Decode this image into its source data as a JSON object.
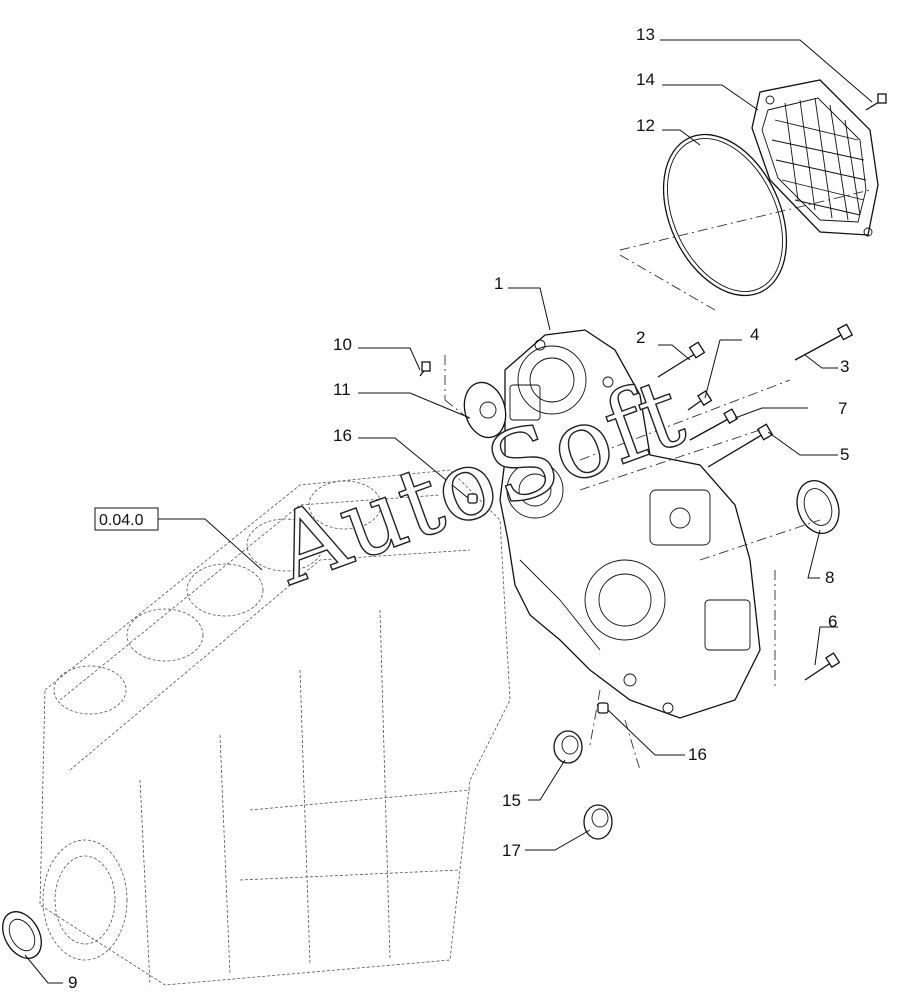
{
  "diagram": {
    "reference_label": "0.04.0",
    "watermark": "AutoSoft",
    "callouts": [
      "1",
      "2",
      "3",
      "4",
      "5",
      "6",
      "7",
      "8",
      "9",
      "10",
      "11",
      "12",
      "13",
      "14",
      "15",
      "16",
      "16",
      "17"
    ]
  }
}
